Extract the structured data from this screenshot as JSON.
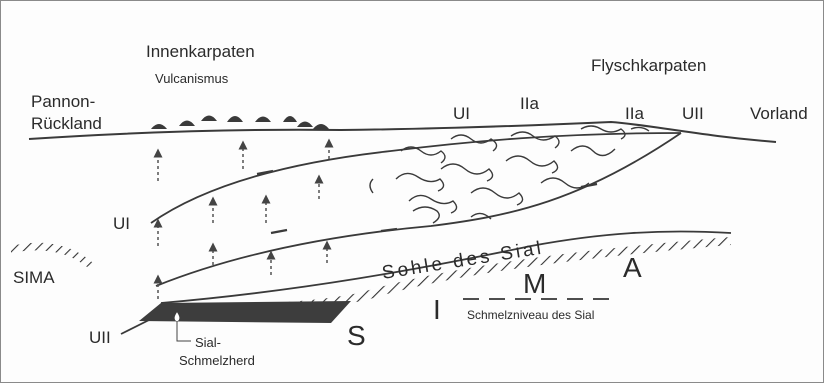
{
  "labels": {
    "innenkarpaten": "Innenkarpaten",
    "vulcanismus": "Vulcanismus",
    "flyschkarpaten": "Flyschkarpaten",
    "pannon_line1": "Pannon-",
    "pannon_line2": "Rückland",
    "ui_top": "UI",
    "iia_left": "IIa",
    "iia_right": "IIa",
    "uii_top": "UII",
    "vorland": "Vorland",
    "ui_left": "UI",
    "sima": "SIMA",
    "uii_bottom": "UII",
    "sohle": "Sohle des Sial",
    "sima_S": "S",
    "sima_I": "I",
    "sima_M": "M",
    "sima_A": "A",
    "schmelzniveau": "Schmelzniveau des Sial",
    "schmelzherd_line1": "Sial-",
    "schmelzherd_line2": "Schmelzherd"
  },
  "colors": {
    "line": "#3a3a3a",
    "magma": "#3d3d3d",
    "text": "#2b2b2b"
  },
  "icons": {
    "volcano": "volcano-cone-icon",
    "arrow": "dashed-up-arrow-icon"
  }
}
